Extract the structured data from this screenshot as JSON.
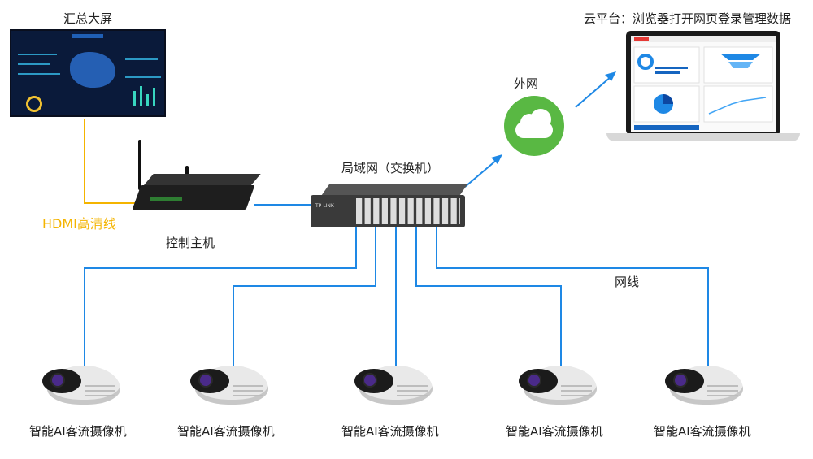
{
  "labels": {
    "dashboard": "汇总大屏",
    "cloud_platform": "云平台：浏览器打开网页登录管理数据",
    "external_net": "外网",
    "lan_switch": "局域网（交换机）",
    "hdmi": "HDMI高清线",
    "controller": "控制主机",
    "network_cable": "网线",
    "switch_brand": "TP-LINK"
  },
  "cameras": [
    {
      "label": "智能AI客流摄像机"
    },
    {
      "label": "智能AI客流摄像机"
    },
    {
      "label": "智能AI客流摄像机"
    },
    {
      "label": "智能AI客流摄像机"
    },
    {
      "label": "智能AI客流摄像机"
    }
  ],
  "colors": {
    "network": "#1e88e5",
    "hdmi": "#f4b400",
    "cloud": "#59b843"
  }
}
